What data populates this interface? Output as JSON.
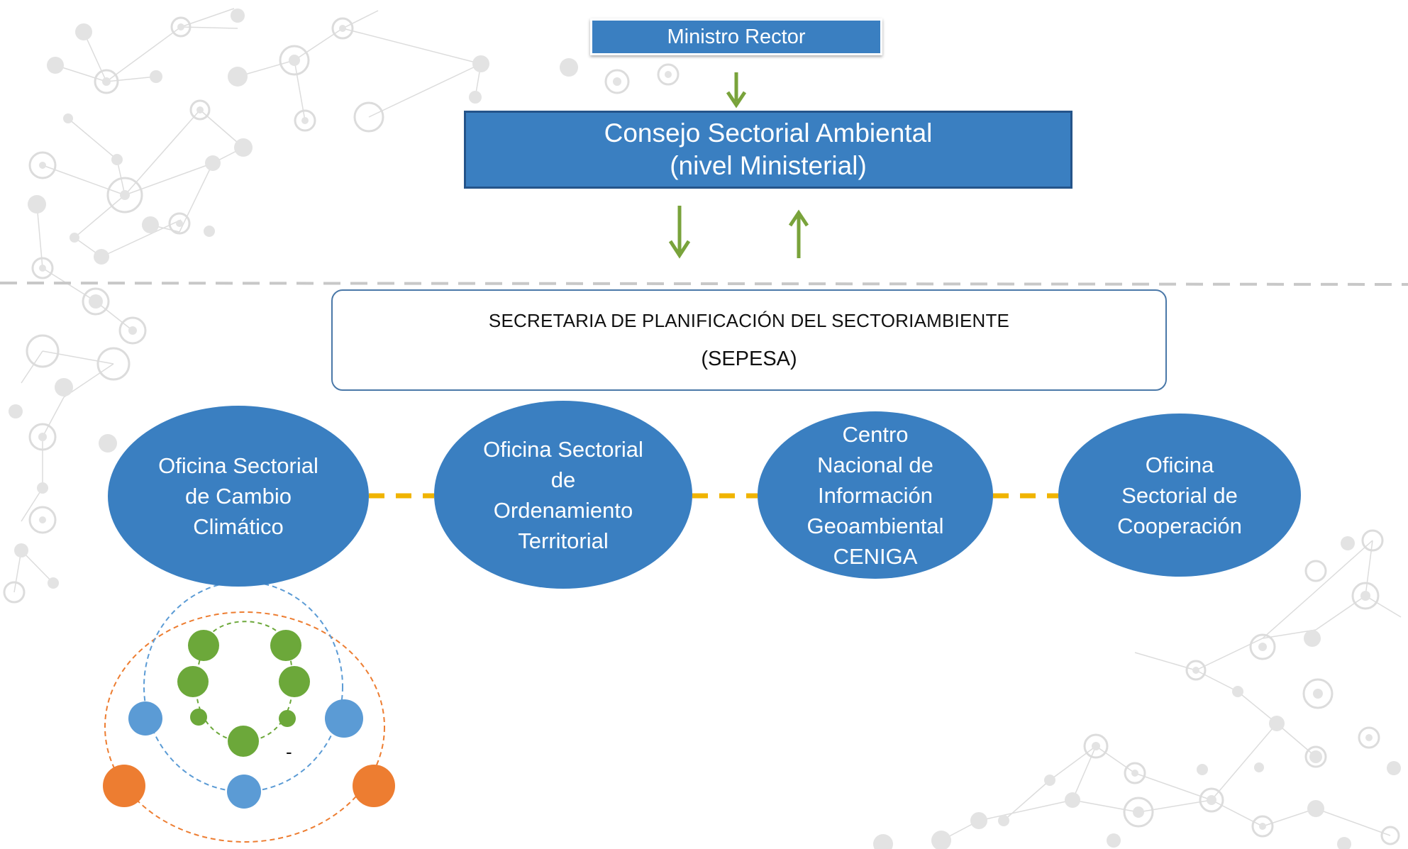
{
  "diagram": {
    "minister": {
      "label": "Ministro Rector"
    },
    "council": {
      "line1": "Consejo Sectorial Ambiental",
      "line2": "(nivel Ministerial)"
    },
    "secretariat": {
      "title": "SECRETARIA DE PLANIFICACIÓN DEL  SECTORIAMBIENTE",
      "acronym": "(SEPESA)"
    },
    "offices": [
      {
        "lines": [
          "Oficina Sectorial",
          "de Cambio",
          "Climático"
        ]
      },
      {
        "lines": [
          "Oficina Sectorial",
          "de",
          "Ordenamiento",
          "Territorial"
        ]
      },
      {
        "lines": [
          "Centro",
          "Nacional de",
          "Información",
          "Geoambiental",
          "CENIGA"
        ]
      },
      {
        "lines": [
          "Oficina",
          "Sectorial de",
          "Cooperación"
        ]
      }
    ],
    "logo_mark": "-"
  },
  "colors": {
    "box_blue": "#3a7fc1",
    "arrow_green": "#79a33b",
    "connector_yellow": "#f0b400",
    "logo_green": "#6ca83a",
    "logo_blue": "#5b9bd5",
    "logo_orange": "#ed7d31",
    "separator_gray": "#c8c8c8",
    "network_gray": "#d9d9d9"
  }
}
